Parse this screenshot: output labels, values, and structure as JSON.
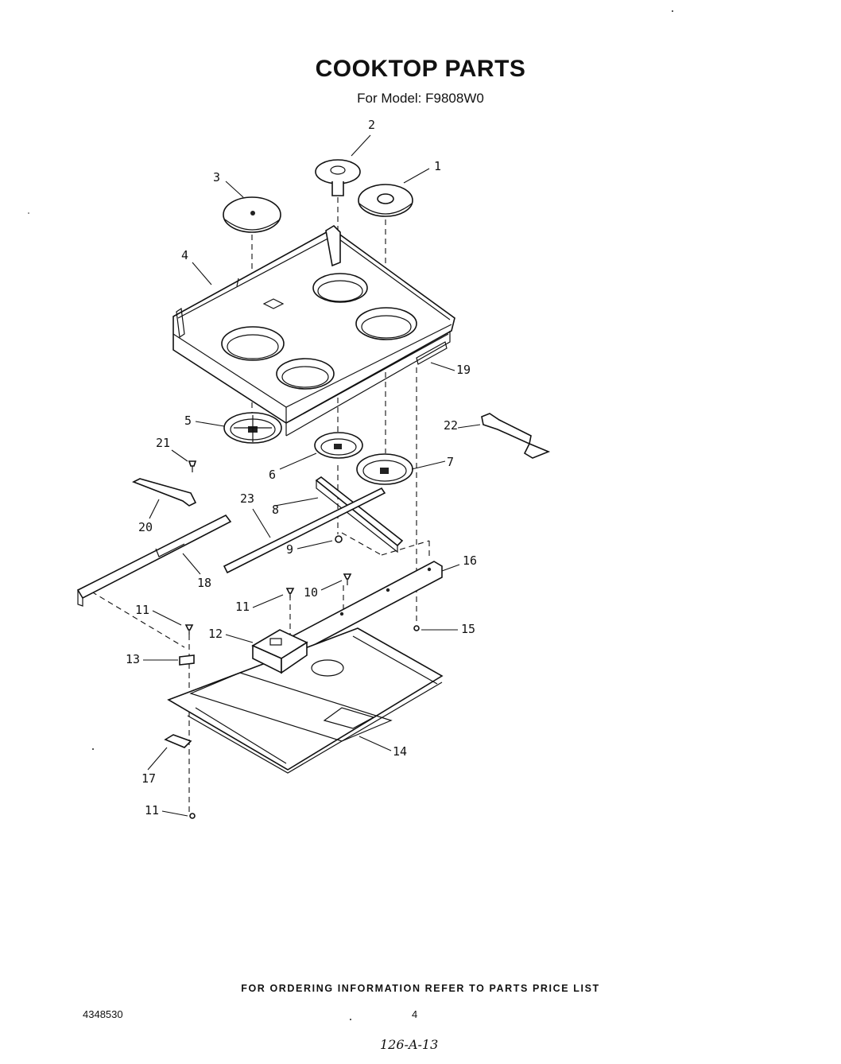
{
  "title": "COOKTOP PARTS",
  "subtitle": "For Model: F9808W0",
  "footer_note": "FOR ORDERING INFORMATION REFER TO PARTS PRICE LIST",
  "doc_number": "4348530",
  "page_number": "4",
  "handwritten": "126-A-13",
  "callouts": [
    "1",
    "2",
    "3",
    "4",
    "5",
    "6",
    "7",
    "8",
    "9",
    "10",
    "11",
    "12",
    "13",
    "14",
    "15",
    "16",
    "17",
    "18",
    "19",
    "20",
    "21",
    "22",
    "23",
    "11",
    "11"
  ]
}
